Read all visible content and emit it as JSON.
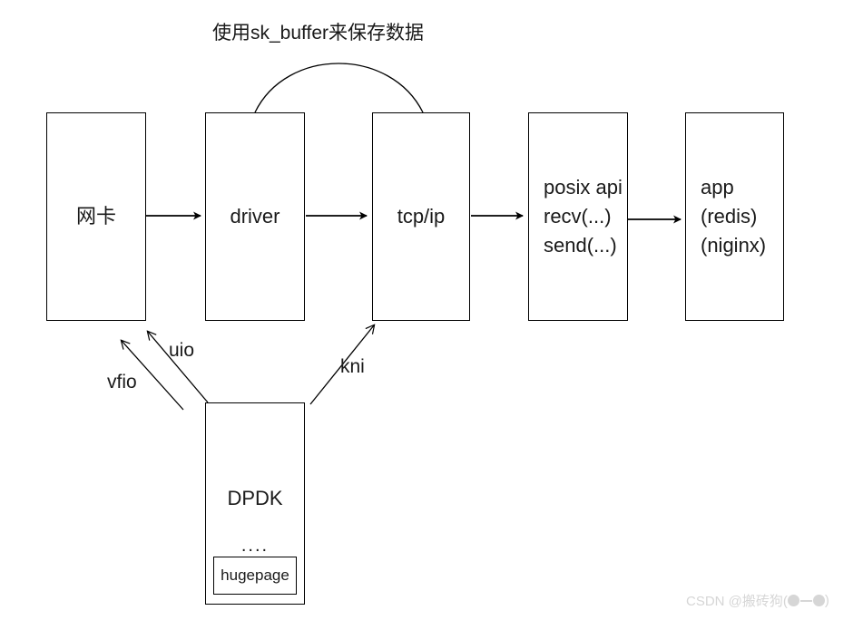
{
  "diagram": {
    "title": "使用sk_buffer来保存数据",
    "nodes": [
      {
        "id": "nic",
        "label": "网卡"
      },
      {
        "id": "driver",
        "label": "driver"
      },
      {
        "id": "tcpip",
        "label": "tcp/ip"
      },
      {
        "id": "posix",
        "lines": [
          "posix api",
          "recv(...)",
          "send(...)"
        ]
      },
      {
        "id": "app",
        "lines": [
          "app",
          "(redis)",
          "(niginx)"
        ]
      },
      {
        "id": "dpdk",
        "label": "DPDK",
        "dots": "....",
        "inner": "hugepage"
      }
    ],
    "edge_labels": {
      "vfio": "vfio",
      "uio": "uio",
      "kni": "kni"
    },
    "stroke_color": "#000000",
    "text_color": "#1a1a1a",
    "background": "#ffffff"
  },
  "watermark": {
    "prefix": "CSDN @搬砖狗(",
    "suffix": ")",
    "color": "#d6d6d6"
  }
}
